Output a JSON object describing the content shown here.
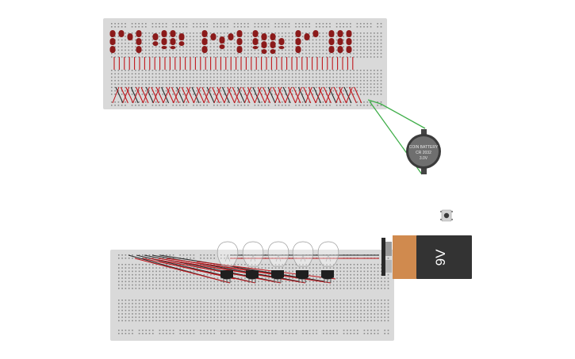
{
  "scene": {
    "background": "#ffffff",
    "breadboard_color": "#d9d9d9",
    "hole_color": "#8a8a8a",
    "led_color": "#8b1a1a",
    "wire_red": "#c0161c",
    "wire_black": "#2b2b2b",
    "wire_green": "#3fae49"
  },
  "battery_9v": {
    "label": "9V",
    "body_color": "#333333",
    "cap_color": "#d08a4e"
  },
  "coin_cell": {
    "line1": "COIN BATTERY",
    "line2": "CR 2032",
    "line3": "3.0V",
    "color": "#4a4a4a"
  },
  "components": {
    "top_breadboard": "breadboard",
    "bottom_breadboard": "breadboard",
    "leds": "led-icon",
    "bulbs": "light-bulb-icon",
    "transistors": "transistor-icon",
    "pushbutton": "pushbutton-icon"
  }
}
